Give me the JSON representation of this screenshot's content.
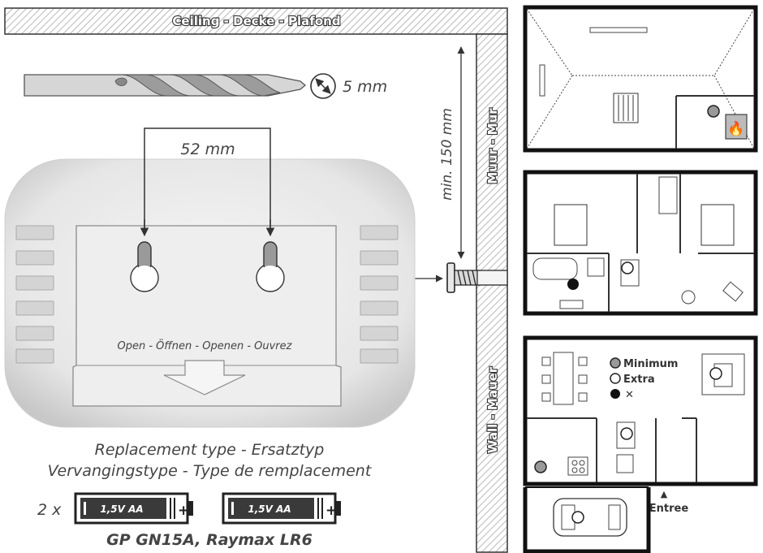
{
  "ceiling_label": "Ceiling - Decke - Plafond",
  "wall_upper_label": "Muur - Mur",
  "wall_lower_label": "Wall - Mauer",
  "drill": {
    "size_label": "5 mm"
  },
  "spacing_label": "52 mm",
  "distance_label": "min. 150 mm",
  "open_label": "Open -  Öffnen - Openen - Ouvrez",
  "replacement": {
    "line1": "Replacement type - Ersatztyp",
    "line2": "Vervangingstype - Type de remplacement",
    "quantity": "2 x",
    "battery_label": "1,5V AA",
    "brands": "GP GN15A, Raymax LR6"
  },
  "legend": {
    "minimum": "Minimum",
    "extra": "Extra",
    "forbidden": "✕"
  },
  "entrance_label": "Entree",
  "colors": {
    "minimum_fill": "#999999",
    "extra_fill": "#ffffff",
    "forbidden_fill": "#111111",
    "device_gray": "#e2e2e2"
  }
}
